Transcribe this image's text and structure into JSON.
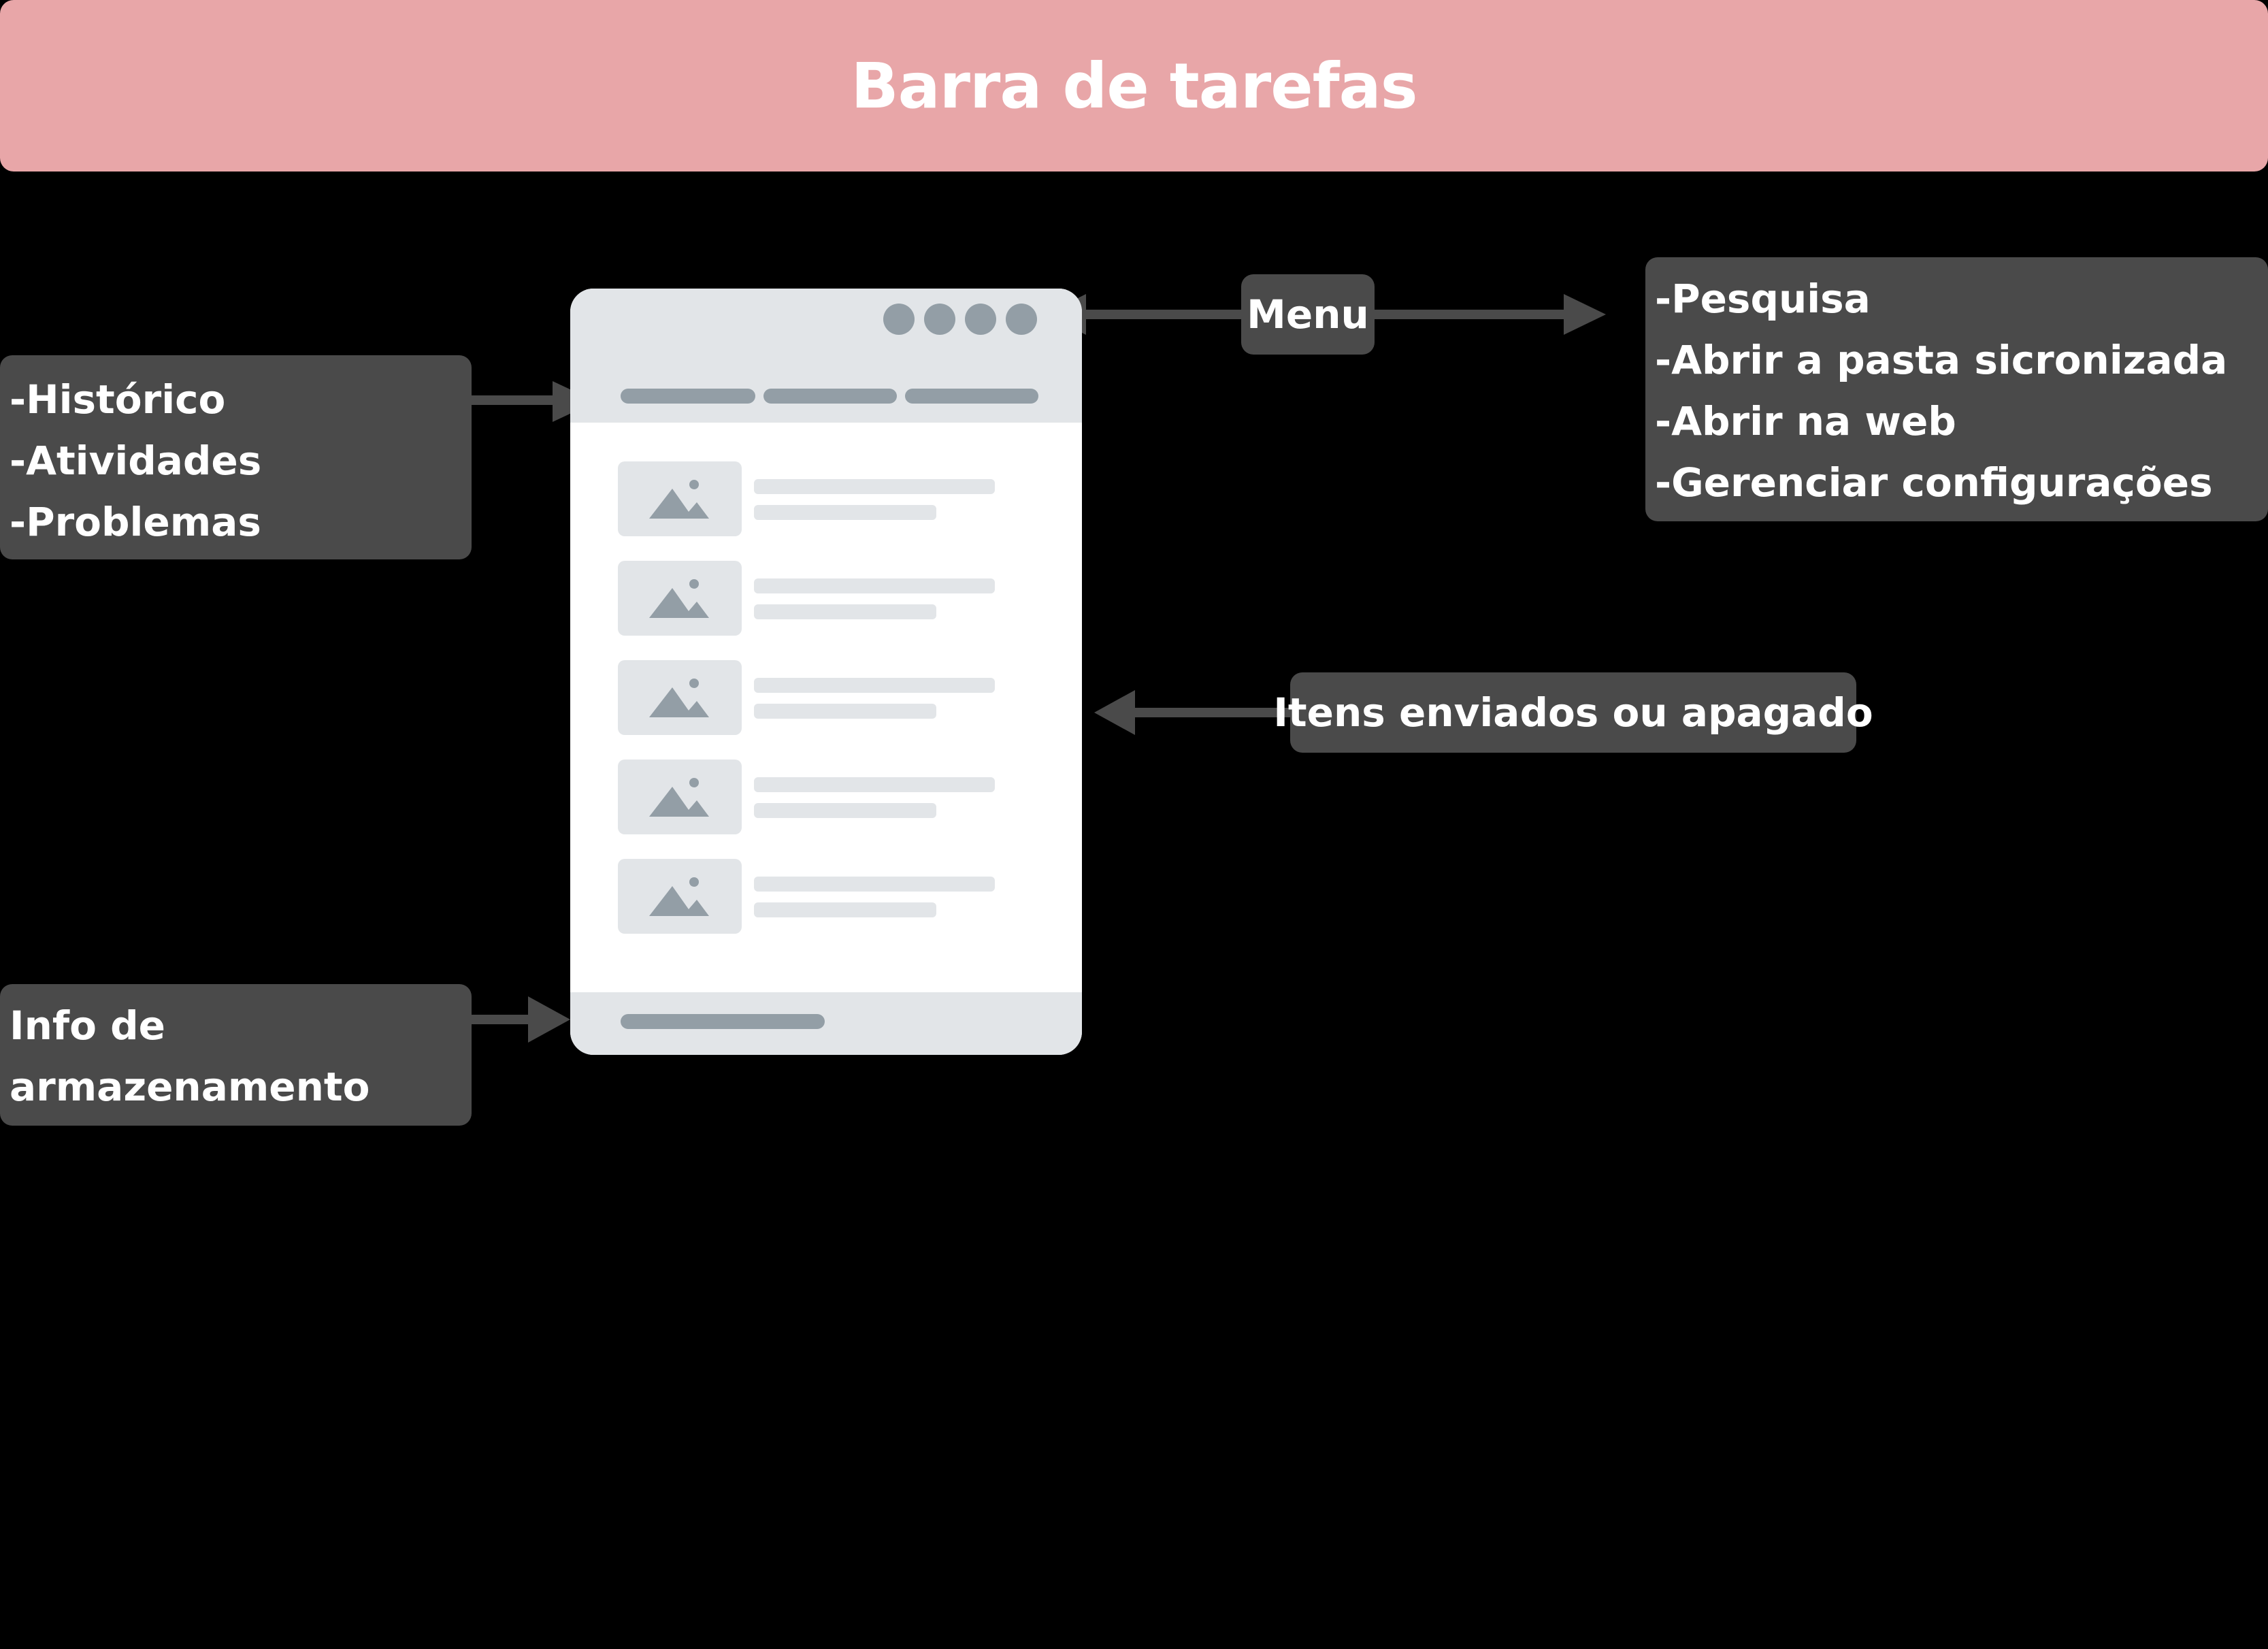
{
  "banner": {
    "title": "Barra de tarefas"
  },
  "left_box": {
    "lines": [
      "-Histórico",
      "-Atividades",
      "-Problemas"
    ]
  },
  "storage_box": {
    "lines": [
      "Info de",
      "armazenamento"
    ]
  },
  "menu_box": {
    "label": "Menu"
  },
  "right_box": {
    "lines": [
      "-Pesquisa",
      "-Abrir a pasta sicronizada",
      "-Abrir na web",
      "-Gerenciar configurações"
    ]
  },
  "items_box": {
    "label": "Itens enviados ou apagado"
  },
  "colors": {
    "banner": "#e8a6a8",
    "box": "#4a4a4a",
    "window_chrome": "#e2e5e8",
    "window_accent": "#939ea6",
    "background": "#000000"
  },
  "window": {
    "list_items": 5,
    "dots": 4,
    "tabs": 3
  }
}
